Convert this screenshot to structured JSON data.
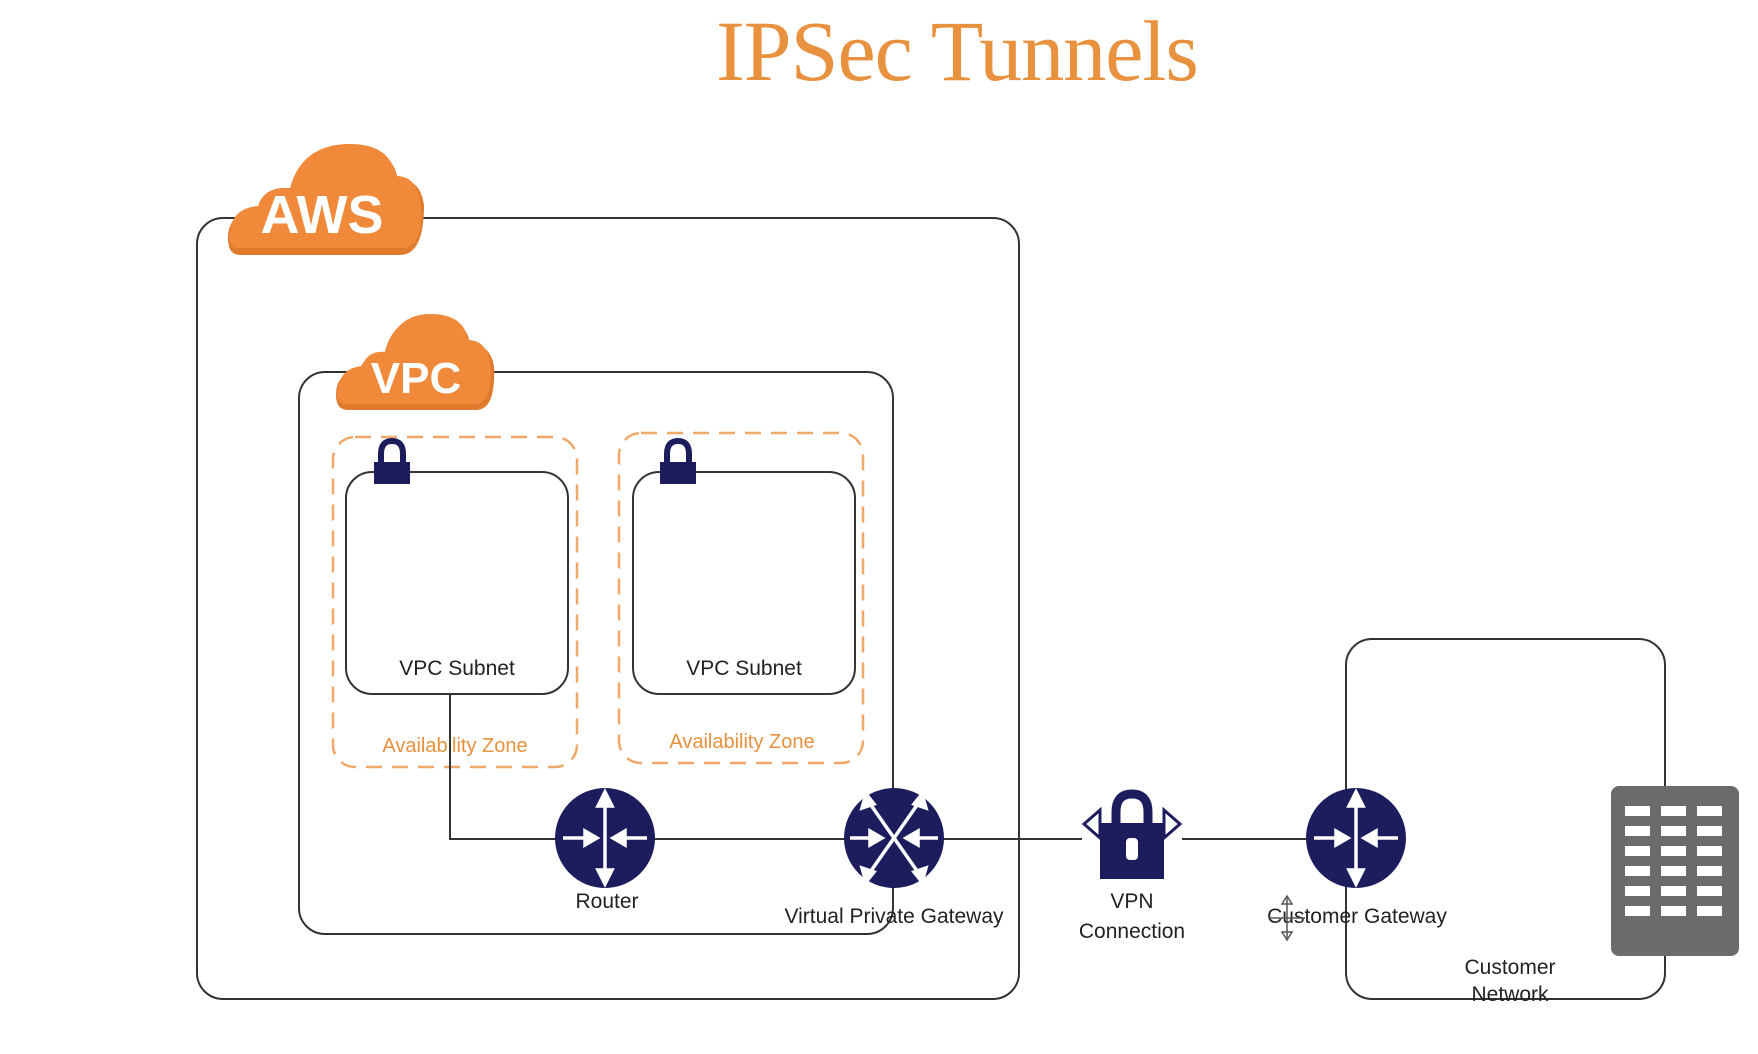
{
  "title": "IPSec Tunnels",
  "clouds": {
    "aws": "AWS",
    "vpc": "VPC"
  },
  "subnets": [
    {
      "label": "VPC Subnet",
      "zone": "Availability Zone"
    },
    {
      "label": "VPC Subnet",
      "zone": "Availability Zone"
    }
  ],
  "nodes": {
    "router": "Router",
    "vpg": "Virtual Private Gateway",
    "vpn_line1": "VPN",
    "vpn_line2": "Connection",
    "customer_gateway": "Customer Gateway",
    "customer_network_line1": "Customer",
    "customer_network_line2": "Network"
  },
  "colors": {
    "accent": "#e8913e",
    "icon": "#1d1d5e",
    "server": "#6b6b6b"
  },
  "icons": {
    "lock": "lock-icon",
    "router": "router-icon",
    "vpg": "virtual-private-gateway-icon",
    "vpn": "vpn-lock-icon",
    "server": "server-rack-icon"
  }
}
